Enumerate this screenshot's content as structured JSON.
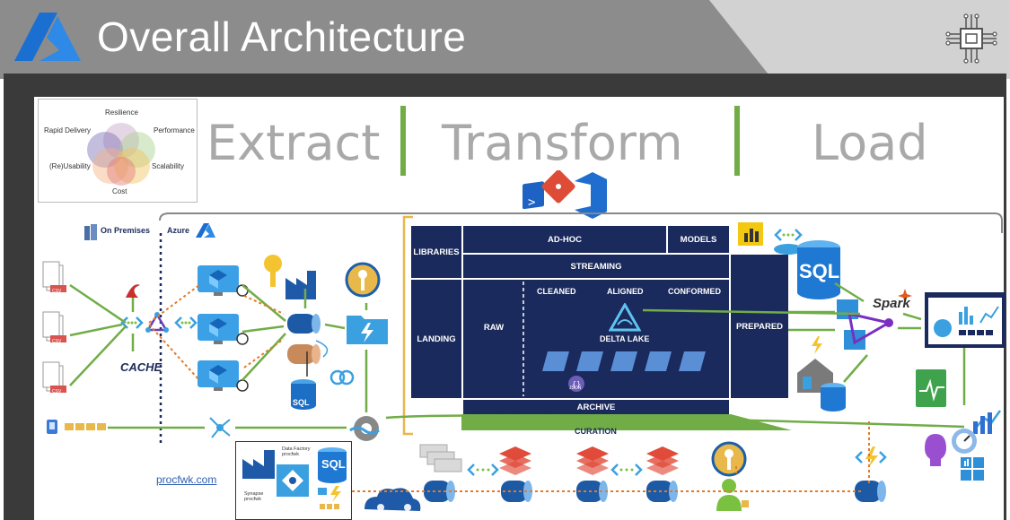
{
  "header": {
    "title": "Overall Architecture"
  },
  "principles": {
    "resilience": "Resilience",
    "rapid_delivery": "Rapid Delivery",
    "performance": "Performance",
    "reusability": "(Re)Usability",
    "scalability": "Scalability",
    "cost": "Cost"
  },
  "etl": {
    "extract": "Extract",
    "transform": "Transform",
    "load": "Load"
  },
  "zones": {
    "on_premises": "On Premises",
    "azure": "Azure"
  },
  "lake": {
    "libraries": "LIBRARIES",
    "adhoc": "AD-HOC",
    "models": "MODELS",
    "streaming": "STREAMING",
    "landing": "LANDING",
    "raw": "RAW",
    "cleaned": "CLEANED",
    "aligned": "ALIGNED",
    "conformed": "CONFORMED",
    "delta_lake": "DELTA LAKE",
    "prepared": "PREPARED",
    "archive": "ARCHIVE",
    "curation": "CURATION"
  },
  "labels": {
    "csv": "CSV",
    "cache": "CACHE",
    "sql": "SQL",
    "spark": "Spark",
    "json": "JSON",
    "procfwk_link": "procfwk.com",
    "data_factory": "Data Factory procfwk",
    "synapse": "Synapse procfwk"
  },
  "colors": {
    "header_gray": "#8c8c8c",
    "header_light": "#d2d2d2",
    "frame": "#3a3a3a",
    "navy": "#1b2a5c",
    "green": "#70ad47",
    "orange": "#e07b2a",
    "gold": "#e8b84a",
    "azure_blue": "#0078d4",
    "link_blue": "#2e5fb3"
  }
}
